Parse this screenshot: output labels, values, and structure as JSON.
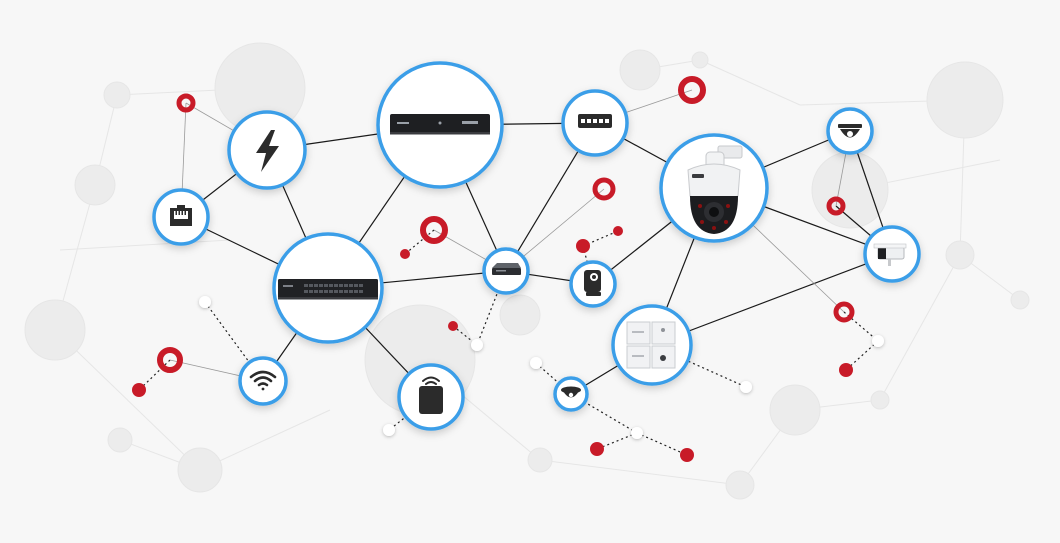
{
  "diagram": {
    "colors": {
      "background": "#f7f7f7",
      "node_border": "#3a9ee8",
      "node_fill": "#ffffff",
      "link_line": "#1a1a1a",
      "accent_red": "#c81b28",
      "ghost": "#e9e9e9"
    },
    "nodes": [
      {
        "id": "power",
        "icon": "lightning-bolt-icon"
      },
      {
        "id": "ethernet-port",
        "icon": "ethernet-port-icon"
      },
      {
        "id": "nvr",
        "icon": "network-video-recorder-icon"
      },
      {
        "id": "small-switch",
        "icon": "small-network-switch-icon"
      },
      {
        "id": "ptz-camera",
        "icon": "ptz-dome-camera-icon"
      },
      {
        "id": "dome-camera",
        "icon": "dome-camera-icon"
      },
      {
        "id": "bullet-camera",
        "icon": "bullet-camera-icon"
      },
      {
        "id": "poe-switch",
        "icon": "poe-switch-icon"
      },
      {
        "id": "mini-switch",
        "icon": "mini-switch-icon"
      },
      {
        "id": "cube-camera",
        "icon": "cube-camera-icon"
      },
      {
        "id": "door-station",
        "icon": "door-station-panel-icon"
      },
      {
        "id": "wifi",
        "icon": "wifi-icon"
      },
      {
        "id": "wireless-ap",
        "icon": "wireless-access-point-icon"
      },
      {
        "id": "fisheye-camera",
        "icon": "fisheye-camera-icon"
      }
    ]
  }
}
